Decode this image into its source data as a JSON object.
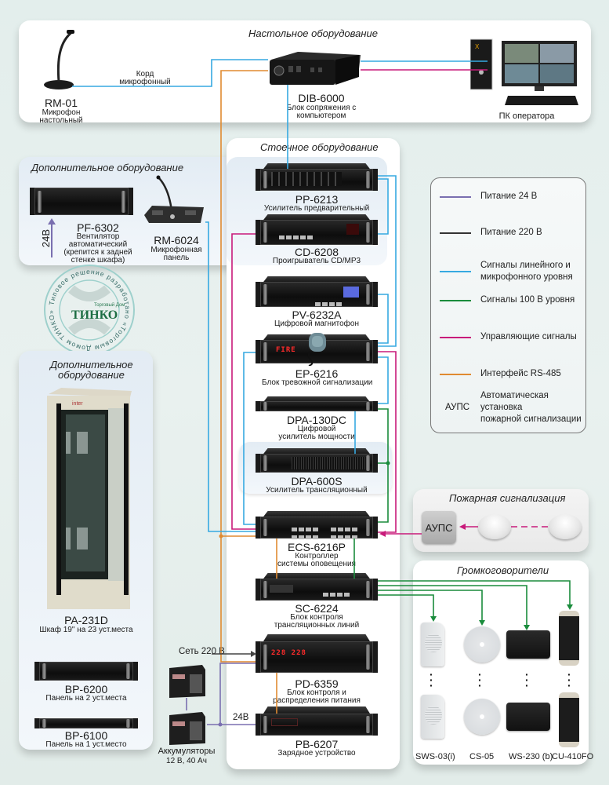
{
  "panels": {
    "desktop": {
      "title": "Настольное оборудование"
    },
    "rack": {
      "title": "Стоечное оборудование"
    },
    "additional_top": {
      "title": "Дополнительное оборудование"
    },
    "additional_left": {
      "title_line1": "Дополнительное",
      "title_line2": "оборудование"
    },
    "fire_alarm": {
      "title": "Пожарная сигнализация"
    },
    "speakers": {
      "title": "Громкоговорители"
    }
  },
  "desktop": {
    "mic": {
      "model": "RM-01",
      "desc1": "Микрофон",
      "desc2": "настольный"
    },
    "cord": {
      "line1": "Корд",
      "line2": "микрофонный"
    },
    "dib": {
      "model": "DIB-6000",
      "desc1": "Блок сопряжения с",
      "desc2": "компьютером"
    },
    "pc": {
      "label": "ПК оператора"
    }
  },
  "additional_top": {
    "fan": {
      "model": "PF-6302",
      "desc1": "Вентилятор",
      "desc2": "автоматический",
      "desc3": "(крепится к задней",
      "desc4": "стенке шкафа)"
    },
    "power_label": "24В",
    "mic_panel": {
      "model": "RM-6024",
      "desc1": "Микрофонная",
      "desc2": "панель"
    }
  },
  "rack_devices": [
    {
      "model": "PP-6213",
      "desc1": "Усилитель предварительный",
      "desc2": ""
    },
    {
      "model": "CD-6208",
      "desc1": "Проигрыватель CD/MP3",
      "desc2": ""
    },
    {
      "model": "PV-6232A",
      "desc1": "Цифровой магнитофон",
      "desc2": ""
    },
    {
      "model": "EP-6216",
      "desc1": "Блок тревожной сигнализации",
      "desc2": "",
      "display": "FIRE"
    },
    {
      "model": "DPA-130DC",
      "desc1": "Цифровой",
      "desc2": "усилитель мощности"
    },
    {
      "model": "DPA-600S",
      "desc1": "Усилитель трансляционный",
      "desc2": ""
    },
    {
      "model": "ECS-6216P",
      "desc1": "Контроллер",
      "desc2": "системы оповещения"
    },
    {
      "model": "SC-6224",
      "desc1": "Блок контроля",
      "desc2": "трансляционных линий"
    },
    {
      "model": "PD-6359",
      "desc1": "Блок контроля и",
      "desc2": "распределения питания",
      "display": "228 228"
    },
    {
      "model": "PB-6207",
      "desc1": "Зарядное устройство",
      "desc2": ""
    }
  ],
  "power": {
    "mains_label": "Сеть 220 В",
    "dc_label": "24В",
    "batteries": {
      "line1": "Аккумуляторы",
      "line2": "12 В, 40 Ач"
    }
  },
  "additional_left": {
    "cabinet": {
      "model": "PA-231D",
      "desc": "Шкаф 19\" на 23 уст.места"
    },
    "bp6200": {
      "model": "BP-6200",
      "desc": "Панель на 2 уст.места"
    },
    "bp6100": {
      "model": "BP-6100",
      "desc": "Панель на 1 уст.место"
    }
  },
  "stamp": {
    "ring_text": "Типовое решение разработано «Торговым Домом ТИНКО»",
    "brand_small": "Торговый Дом",
    "brand": "ТИНКО"
  },
  "legend": [
    {
      "label1": "Питание 24 В",
      "label2": "",
      "color": "#7a6fb0"
    },
    {
      "label1": "Питание 220 В",
      "label2": "",
      "color": "#333333"
    },
    {
      "label1": "Сигналы линейного и",
      "label2": "микрофонного уровня",
      "color": "#36a9e1"
    },
    {
      "label1": "Сигналы 100 В  уровня",
      "label2": "",
      "color": "#1a8c3c"
    },
    {
      "label1": "Управляющие сигналы",
      "label2": "",
      "color": "#c81a7a"
    },
    {
      "label1": "Интерфейс RS-485",
      "label2": "",
      "color": "#e08a30"
    }
  ],
  "legend_abbr": {
    "abbr": "АУПС",
    "line1": "Автоматическая",
    "line2": "установка",
    "line3": "пожарной сигнализации"
  },
  "fire_alarm": {
    "aups_label": "АУПС"
  },
  "speakers": [
    {
      "model": "SWS-03(i)"
    },
    {
      "model": "CS-05"
    },
    {
      "model": "WS-230 (b)"
    },
    {
      "model": "CU-410FO"
    }
  ],
  "colors": {
    "power24": "#7a6fb0",
    "power220": "#333333",
    "line_signal": "#36a9e1",
    "signal100": "#1a8c3c",
    "control": "#c81a7a",
    "rs485": "#e08a30"
  }
}
